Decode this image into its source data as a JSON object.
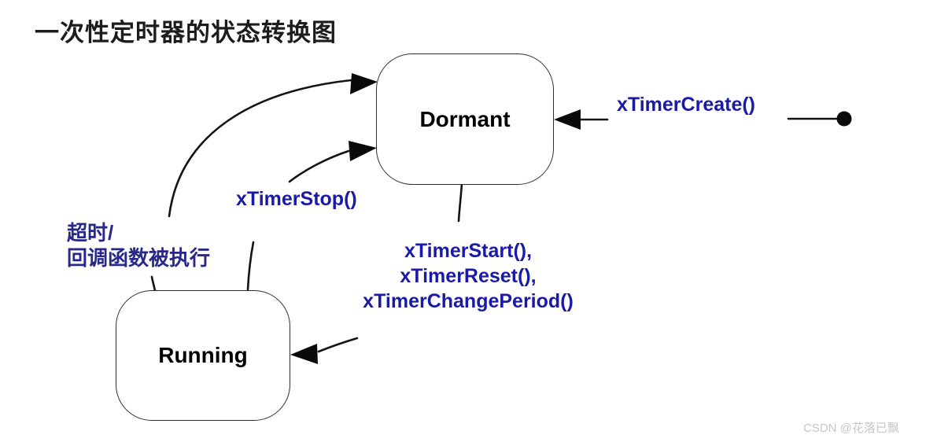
{
  "title": "一次性定时器的状态转换图",
  "watermark": "CSDN @花落已飘",
  "diagram": {
    "type": "state-transition",
    "states": [
      {
        "label": "Dormant"
      },
      {
        "label": "Running"
      }
    ],
    "initial_marker": "filled-dot",
    "transitions": [
      {
        "label": "xTimerCreate()",
        "from": "initial",
        "to": "Dormant"
      },
      {
        "label": "xTimerStop()",
        "from": "Running",
        "to": "Dormant"
      },
      {
        "label_lines": [
          "xTimerStart(),",
          "xTimerReset(),",
          "xTimerChangePeriod()"
        ],
        "from": "Dormant",
        "to": "Running"
      },
      {
        "label_lines": [
          "超时/",
          "回调函数被执行"
        ],
        "from": "Running",
        "to": "Dormant"
      }
    ],
    "colors": {
      "function_label": "#1a1aa6",
      "chinese_label": "#28288a",
      "line": "#141414",
      "state_label": "#000000",
      "watermark": "#c6c6c6"
    }
  }
}
